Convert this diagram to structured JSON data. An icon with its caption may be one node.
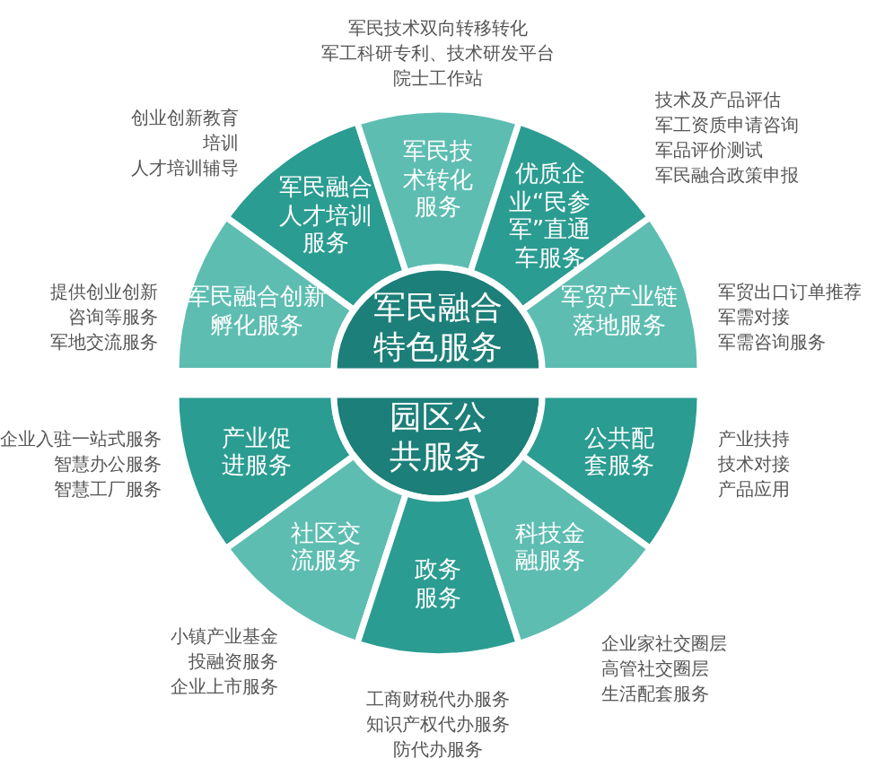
{
  "diagram": {
    "nodes": [
      {
        "text": [
          "军民融合人才培训服务"
        ],
        "beside": [
          "创业创新教育",
          "培训",
          "人才培训辅导"
        ]
      },
      {
        "text": [
          "军民技术转化服务"
        ],
        "beside": [
          "军民技术双向转移转化",
          "军工科研专利、技术研发平台",
          "院士工作站"
        ]
      },
      {
        "text": [
          "优质企业“民参军”直通车服务"
        ],
        "beside": [
          "技术及产品评估",
          "军工资质申请咨询",
          "军品评价测试",
          "军民融合政策申报"
        ]
      },
      {
        "text": [
          "军民融合创新孵化服务"
        ],
        "beside": [
          "提供创业创新",
          "咨询等服务",
          "军地交流服务"
        ]
      },
      {
        "text": [
          "军民融合特色服务"
        ]
      },
      {
        "text": [
          "军贸产业链落地服务"
        ],
        "beside": [
          "军贸出口订单推荐",
          "军需对接",
          "军需咨询服务"
        ]
      },
      {
        "text": [
          "产业促进服务"
        ],
        "beside": [
          "企业入驻一站式服务",
          "智慧办公服务",
          "智慧工厂服务"
        ]
      },
      {
        "text": [
          "园区公共服务"
        ]
      },
      {
        "text": [
          "公共配套服务"
        ],
        "beside": [
          "产业扶持",
          "技术对接",
          "产品应用"
        ]
      },
      {
        "text": [
          "社区交流服务"
        ],
        "beside": [
          "小镇产业基金",
          "投融资服务",
          "企业上市服务"
        ]
      },
      {
        "text": [
          "政务服务"
        ],
        "beside": [
          "工商财税代办服务",
          "知识产权代办服务",
          "防代办服务"
        ]
      },
      {
        "text": [
          "科技金融服务"
        ],
        "beside": [
          "企业家社交圈层",
          "高管社交圈层",
          "生活配套服务"
        ]
      }
    ]
  }
}
